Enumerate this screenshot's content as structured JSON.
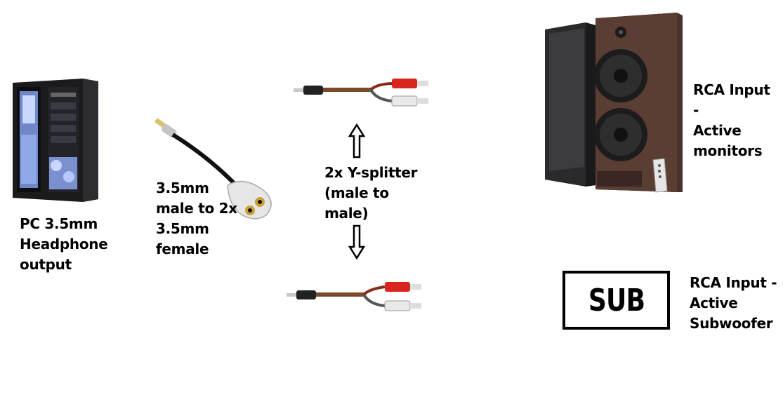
{
  "labels": {
    "pc": "PC 3.5mm\nHeadphone\noutput",
    "adapter": "3.5mm\nmale to 2x\n3.5mm\nfemale",
    "splitter": "2x Y-splitter\n(male to\nmale)",
    "monitors": "RCA Input -\nActive\nmonitors",
    "sub_box": "SUB",
    "subwoofer": "RCA Input -\nActive\nSubwoofer"
  },
  "icons": {
    "pc": "pc-tower-icon",
    "adapter": "headphone-splitter-adapter-icon",
    "cable": "rca-y-cable-icon",
    "arrow": "outline-arrow-icon",
    "speakers": "speaker-pair-icon",
    "remote": "remote-control-icon"
  },
  "colors": {
    "rca_red": "#d8261e",
    "rca_white": "#e9e9e9",
    "cable_brown": "#7a4a2a",
    "adapter_gold": "#c9a13a"
  }
}
